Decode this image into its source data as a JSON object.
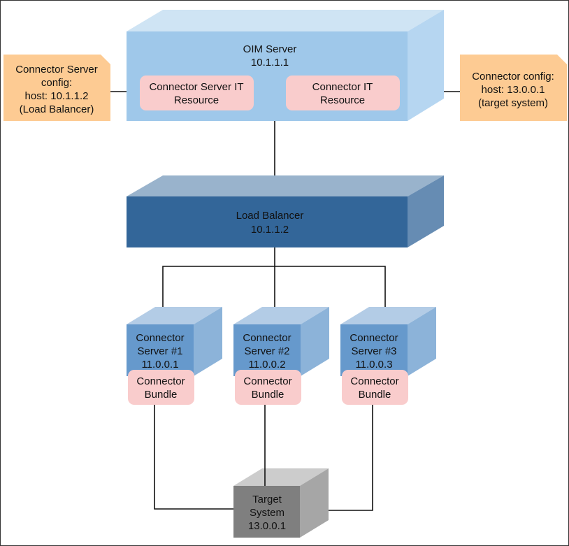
{
  "oim_server": {
    "title": "OIM Server",
    "ip": "10.1.1.1"
  },
  "connector_server_it_resource": {
    "line1": "Connector Server IT",
    "line2": "Resource"
  },
  "connector_it_resource": {
    "line1": "Connector IT",
    "line2": "Resource"
  },
  "left_note": {
    "lines": [
      "Connector Server",
      "config:",
      "host: 10.1.1.2",
      "(Load Balancer)"
    ]
  },
  "right_note": {
    "lines": [
      "Connector config:",
      "host: 13.0.0.1",
      "(target system)"
    ]
  },
  "load_balancer": {
    "title": "Load Balancer",
    "ip": "10.1.1.2"
  },
  "connector_servers": [
    {
      "line1": "Connector",
      "line2": "Server #1",
      "ip": "11.0.0.1",
      "bundle1": "Connector",
      "bundle2": "Bundle"
    },
    {
      "line1": "Connector",
      "line2": "Server #2",
      "ip": "11.0.0.2",
      "bundle1": "Connector",
      "bundle2": "Bundle"
    },
    {
      "line1": "Connector",
      "line2": "Server #3",
      "ip": "11.0.0.3",
      "bundle1": "Connector",
      "bundle2": "Bundle"
    }
  ],
  "target_system": {
    "line1": "Target",
    "line2": "System",
    "ip": "13.0.0.1"
  },
  "colors": {
    "oim_front": "#9fc8ea",
    "oim_top": "#cfe4f4",
    "oim_side": "#b6d6f1",
    "lb_front": "#336699",
    "lb_top": "#99b3cc",
    "lb_side": "#668cb3",
    "cs_front": "#6699cc",
    "cs_top": "#b3cce6",
    "cs_side": "#8cb3d9",
    "resource": "#f9cccc",
    "note": "#fdcb93",
    "target_front": "#7f7f7f",
    "target_top": "#cccccc",
    "target_side": "#a6a6a6"
  }
}
